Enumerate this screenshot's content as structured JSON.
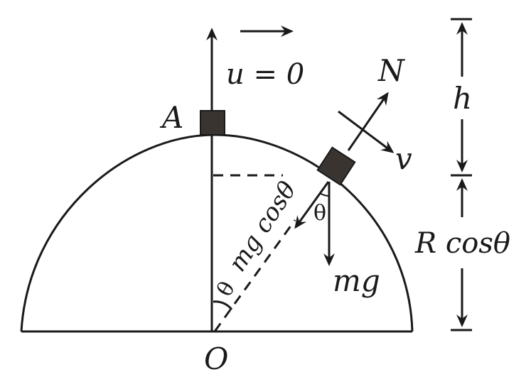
{
  "labels": {
    "point_a": "A",
    "origin": "O",
    "initial_velocity": "u = 0",
    "normal_force": "N",
    "velocity": "v",
    "weight": "mg",
    "radial_component": "mg cosθ",
    "angle_at_block": "θ",
    "angle_at_center": "θ",
    "height": "h",
    "vertical_distance": "R cosθ"
  },
  "colors": {
    "ink": "#1a1a1a",
    "block": "#3a3430",
    "background": "#ffffff"
  }
}
